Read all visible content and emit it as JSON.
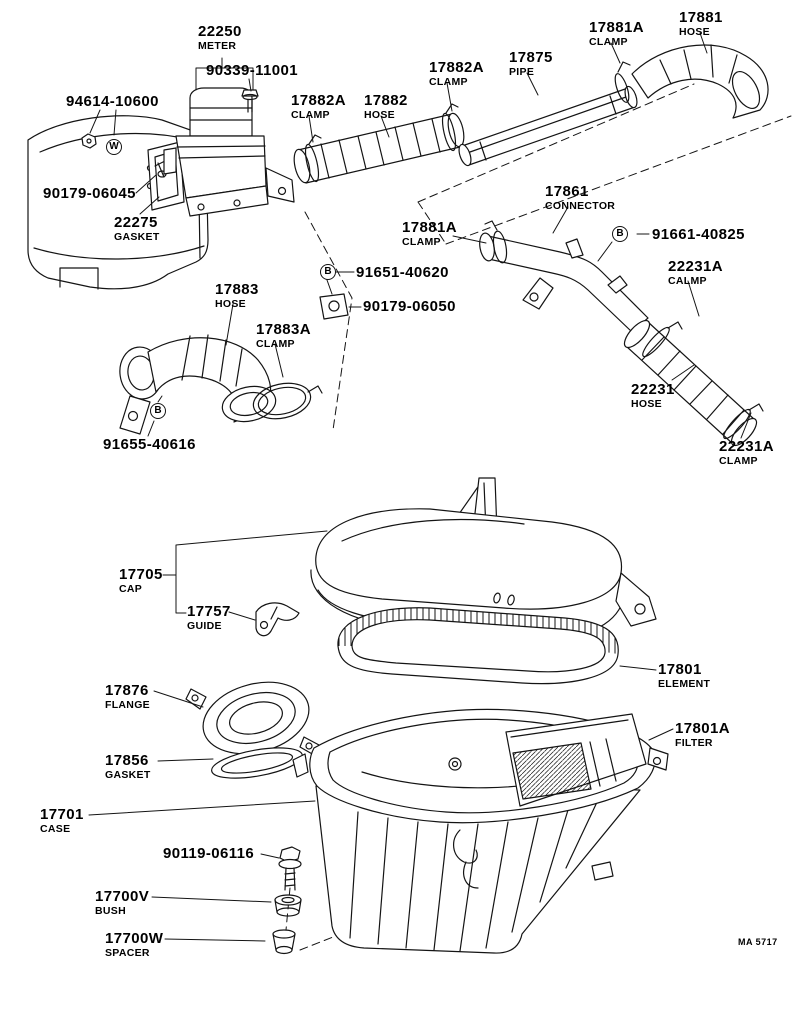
{
  "page": {
    "footer_code": "MA 5717"
  },
  "labels": [
    {
      "num": "22250",
      "desc": "METER"
    },
    {
      "num": "90339-11001",
      "desc": ""
    },
    {
      "num": "94614-10600",
      "desc": ""
    },
    {
      "num": "17882A",
      "desc": "CLAMP"
    },
    {
      "num": "17882",
      "desc": "HOSE"
    },
    {
      "num": "17882A",
      "desc": "CLAMP"
    },
    {
      "num": "17875",
      "desc": "PIPE"
    },
    {
      "num": "17881A",
      "desc": "CLAMP"
    },
    {
      "num": "17881",
      "desc": "HOSE"
    },
    {
      "num": "90179-06045",
      "desc": ""
    },
    {
      "num": "22275",
      "desc": "GASKET"
    },
    {
      "num": "17861",
      "desc": "CONNECTOR"
    },
    {
      "num": "17881A",
      "desc": "CLAMP"
    },
    {
      "num": "91661-40825",
      "desc": ""
    },
    {
      "num": "22231A",
      "desc": "CALMP"
    },
    {
      "num": "91651-40620",
      "desc": ""
    },
    {
      "num": "17883",
      "desc": "HOSE"
    },
    {
      "num": "90179-06050",
      "desc": ""
    },
    {
      "num": "17883A",
      "desc": "CLAMP"
    },
    {
      "num": "22231",
      "desc": "HOSE"
    },
    {
      "num": "91655-40616",
      "desc": ""
    },
    {
      "num": "22231A",
      "desc": "CLAMP"
    },
    {
      "num": "17705",
      "desc": "CAP"
    },
    {
      "num": "17757",
      "desc": "GUIDE"
    },
    {
      "num": "17801",
      "desc": "ELEMENT"
    },
    {
      "num": "17876",
      "desc": "FLANGE"
    },
    {
      "num": "17801A",
      "desc": "FILTER"
    },
    {
      "num": "17856",
      "desc": "GASKET"
    },
    {
      "num": "17701",
      "desc": "CASE"
    },
    {
      "num": "90119-06116",
      "desc": ""
    },
    {
      "num": "17700V",
      "desc": "BUSH"
    },
    {
      "num": "17700W",
      "desc": "SPACER"
    }
  ],
  "markers": [
    {
      "letter": "W"
    },
    {
      "letter": "B"
    },
    {
      "letter": "B"
    },
    {
      "letter": "B"
    }
  ]
}
